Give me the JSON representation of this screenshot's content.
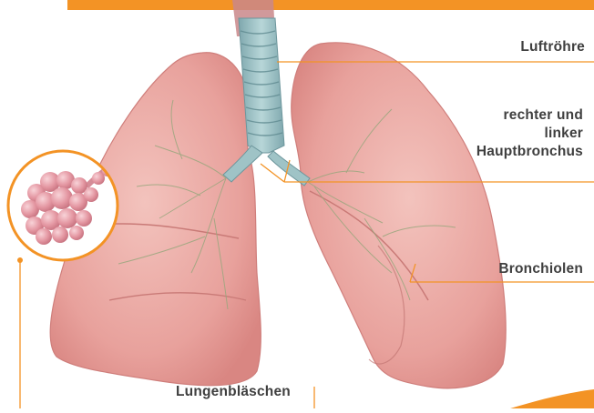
{
  "colors": {
    "accent": "#f39325",
    "lung": "#e9a6a2",
    "lung_dark": "#d5827f",
    "trachea": "#9ec4c8",
    "alveoli": "#e49aa5",
    "text": "#3f3f3f"
  },
  "labels": {
    "trachea": "Luftröhre",
    "bronchus_line1": "rechter und",
    "bronchus_line2": "linker",
    "bronchus_line3": "Hauptbronchus",
    "bronchioles": "Bronchiolen",
    "alveoli": "Lungenbläschen"
  }
}
